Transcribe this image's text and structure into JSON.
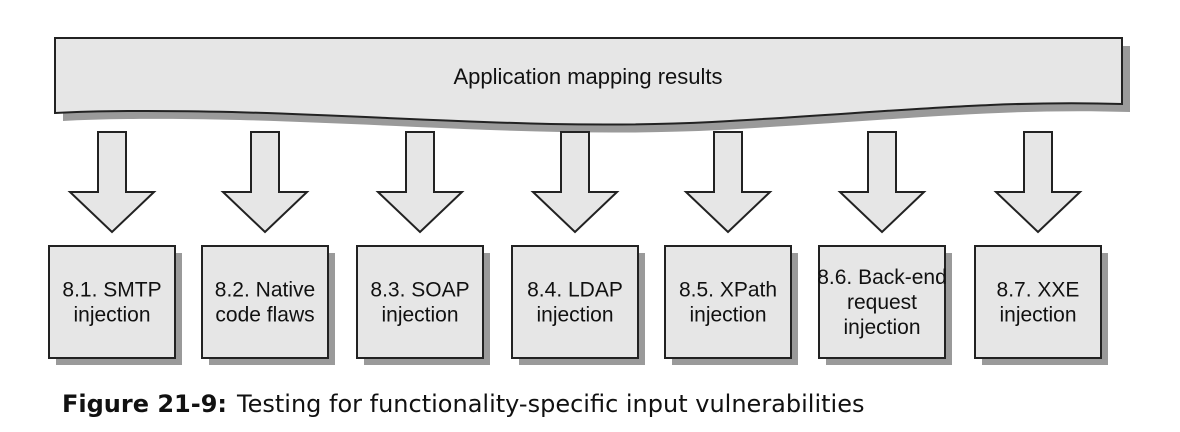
{
  "diagram": {
    "banner": {
      "label": "Application mapping results"
    },
    "steps": [
      {
        "lines": [
          "8.1. SMTP",
          "injection"
        ]
      },
      {
        "lines": [
          "8.2. Native",
          "code flaws"
        ]
      },
      {
        "lines": [
          "8.3. SOAP",
          "injection"
        ]
      },
      {
        "lines": [
          "8.4. LDAP",
          "injection"
        ]
      },
      {
        "lines": [
          "8.5. XPath",
          "injection"
        ]
      },
      {
        "lines": [
          "8.6. Back-end",
          "request",
          "injection"
        ]
      },
      {
        "lines": [
          "8.7. XXE",
          "injection"
        ]
      }
    ],
    "colors": {
      "fill": "#e6e6e6",
      "stroke": "#222222",
      "shadow": "#9a9a9a"
    }
  },
  "caption": {
    "label": "Figure 21-9:",
    "text": "Testing for functionality-specific input vulnerabilities"
  }
}
